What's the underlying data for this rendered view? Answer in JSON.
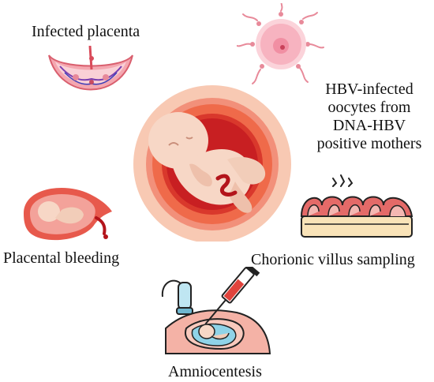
{
  "labels": {
    "infected_placenta": "Infected placenta",
    "hbv_oocytes": [
      "HBV-infected",
      "oocytes from",
      "DNA-HBV",
      "positive mothers"
    ],
    "placental_bleeding": "Placental bleeding",
    "chorionic_villus": "Chorionic villus sampling",
    "amniocentesis": "Amniocentesis"
  },
  "icons": {
    "center": "fetus-in-womb-icon",
    "top_left": "infected-placenta-icon",
    "top_right": "oocyte-icon",
    "left": "uterus-with-fetus-icon",
    "right": "chorionic-villi-icon",
    "bottom": "amniocentesis-needle-icon"
  },
  "colors": {
    "womb_outer": "#f8c9b3",
    "womb_mid": "#ef6a4a",
    "womb_inner": "#c81f22",
    "fetus": "#f7d7c6",
    "text": "#111111"
  }
}
